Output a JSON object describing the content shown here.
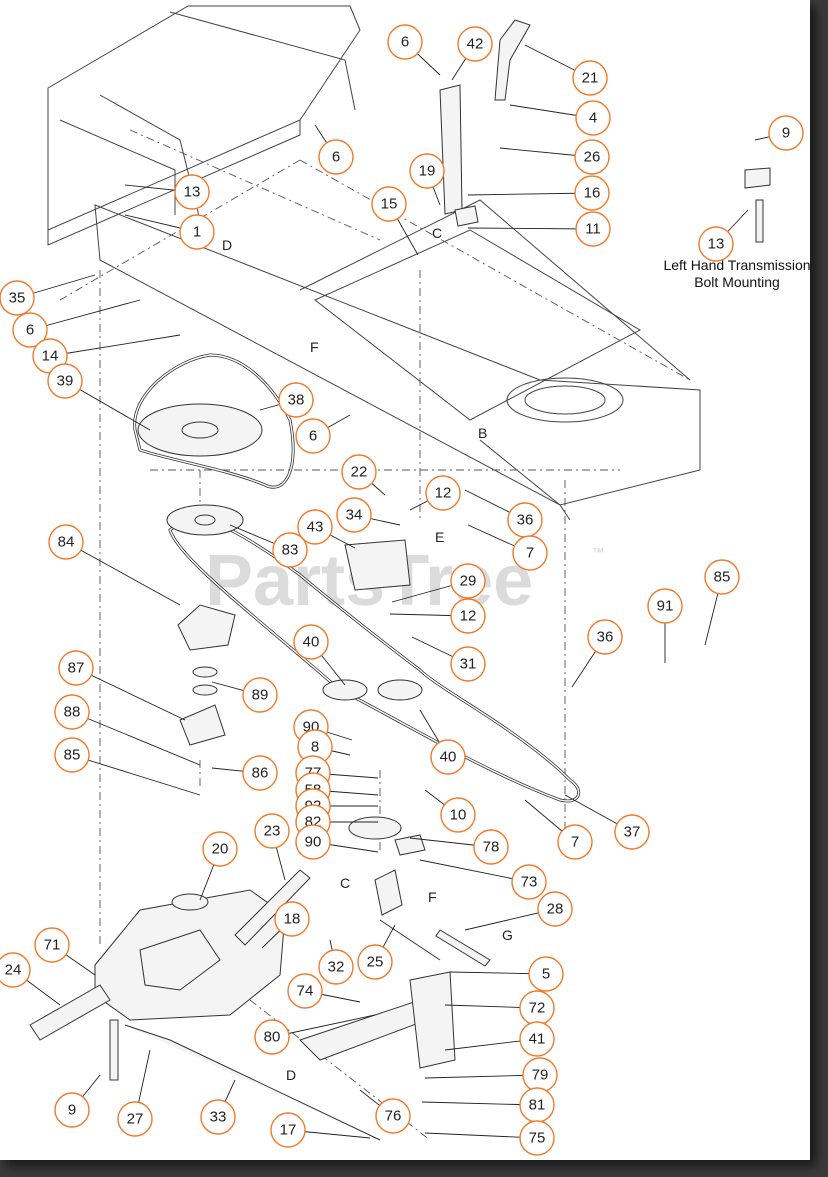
{
  "watermark": {
    "text": "PartsTree",
    "trademark": "™"
  },
  "note": {
    "line1": "Left Hand Transmission",
    "line2": "Bolt Mounting"
  },
  "letters": [
    {
      "id": "l-d-top",
      "text": "D"
    },
    {
      "id": "l-c-top",
      "text": "C"
    },
    {
      "id": "l-f-top",
      "text": "F"
    },
    {
      "id": "l-b",
      "text": "B"
    },
    {
      "id": "l-e",
      "text": "E"
    },
    {
      "id": "l-c-mid",
      "text": "C"
    },
    {
      "id": "l-f-mid",
      "text": "F"
    },
    {
      "id": "l-g",
      "text": "G"
    },
    {
      "id": "l-d-bot",
      "text": "D"
    }
  ],
  "callouts": [
    {
      "id": "c6a",
      "label": "6"
    },
    {
      "id": "c42",
      "label": "42"
    },
    {
      "id": "c21",
      "label": "21"
    },
    {
      "id": "c4",
      "label": "4"
    },
    {
      "id": "c26",
      "label": "26"
    },
    {
      "id": "c16",
      "label": "16"
    },
    {
      "id": "c11",
      "label": "11"
    },
    {
      "id": "c19",
      "label": "19"
    },
    {
      "id": "c15",
      "label": "15"
    },
    {
      "id": "c6b",
      "label": "6"
    },
    {
      "id": "c13a",
      "label": "13"
    },
    {
      "id": "c1",
      "label": "1"
    },
    {
      "id": "c35",
      "label": "35"
    },
    {
      "id": "c6c",
      "label": "6"
    },
    {
      "id": "c14",
      "label": "14"
    },
    {
      "id": "c39",
      "label": "39"
    },
    {
      "id": "c38",
      "label": "38"
    },
    {
      "id": "c6d",
      "label": "6"
    },
    {
      "id": "c9a",
      "label": "9"
    },
    {
      "id": "c13b",
      "label": "13"
    },
    {
      "id": "c22",
      "label": "22"
    },
    {
      "id": "c12a",
      "label": "12"
    },
    {
      "id": "c36a",
      "label": "36"
    },
    {
      "id": "c7a",
      "label": "7"
    },
    {
      "id": "c34",
      "label": "34"
    },
    {
      "id": "c43",
      "label": "43"
    },
    {
      "id": "c83",
      "label": "83"
    },
    {
      "id": "c84",
      "label": "84"
    },
    {
      "id": "c29",
      "label": "29"
    },
    {
      "id": "c12b",
      "label": "12"
    },
    {
      "id": "c31",
      "label": "31"
    },
    {
      "id": "c91",
      "label": "91"
    },
    {
      "id": "c85a",
      "label": "85"
    },
    {
      "id": "c36b",
      "label": "36"
    },
    {
      "id": "c40a",
      "label": "40"
    },
    {
      "id": "c40b",
      "label": "40"
    },
    {
      "id": "c87",
      "label": "87"
    },
    {
      "id": "c89",
      "label": "89"
    },
    {
      "id": "c88",
      "label": "88"
    },
    {
      "id": "c85b",
      "label": "85"
    },
    {
      "id": "c86",
      "label": "86"
    },
    {
      "id": "c90a",
      "label": "90"
    },
    {
      "id": "c8",
      "label": "8"
    },
    {
      "id": "c77",
      "label": "77"
    },
    {
      "id": "c58",
      "label": "58"
    },
    {
      "id": "c92",
      "label": "92"
    },
    {
      "id": "c82",
      "label": "82"
    },
    {
      "id": "c90b",
      "label": "90"
    },
    {
      "id": "c10",
      "label": "10"
    },
    {
      "id": "c78",
      "label": "78"
    },
    {
      "id": "c7b",
      "label": "7"
    },
    {
      "id": "c37",
      "label": "37"
    },
    {
      "id": "c20",
      "label": "20"
    },
    {
      "id": "c23",
      "label": "23"
    },
    {
      "id": "c73",
      "label": "73"
    },
    {
      "id": "c28",
      "label": "28"
    },
    {
      "id": "c18",
      "label": "18"
    },
    {
      "id": "c71",
      "label": "71"
    },
    {
      "id": "c24",
      "label": "24"
    },
    {
      "id": "c32",
      "label": "32"
    },
    {
      "id": "c25",
      "label": "25"
    },
    {
      "id": "c5",
      "label": "5"
    },
    {
      "id": "c74",
      "label": "74"
    },
    {
      "id": "c72",
      "label": "72"
    },
    {
      "id": "c80",
      "label": "80"
    },
    {
      "id": "c41",
      "label": "41"
    },
    {
      "id": "c79",
      "label": "79"
    },
    {
      "id": "c9b",
      "label": "9"
    },
    {
      "id": "c27",
      "label": "27"
    },
    {
      "id": "c33",
      "label": "33"
    },
    {
      "id": "c76",
      "label": "76"
    },
    {
      "id": "c81",
      "label": "81"
    },
    {
      "id": "c17",
      "label": "17"
    },
    {
      "id": "c75",
      "label": "75"
    }
  ]
}
